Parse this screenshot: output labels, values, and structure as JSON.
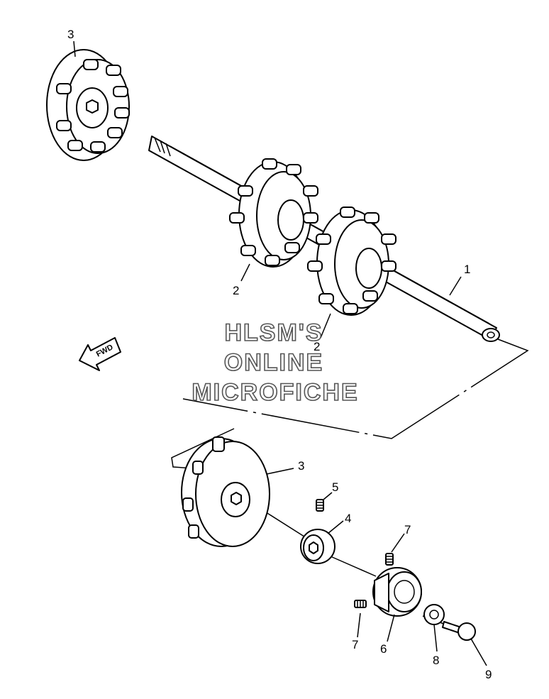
{
  "callouts": {
    "c1": "1",
    "c2a": "2",
    "c2b": "2",
    "c3a": "3",
    "c3b": "3",
    "c4": "4",
    "c5": "5",
    "c6": "6",
    "c7a": "7",
    "c7b": "7",
    "c8": "8",
    "c9": "9"
  },
  "direction_arrow": {
    "label": "FWD"
  },
  "watermark": {
    "line1": "HLSM'S",
    "line2": "ONLINE",
    "line3": "MICROFICHE"
  }
}
